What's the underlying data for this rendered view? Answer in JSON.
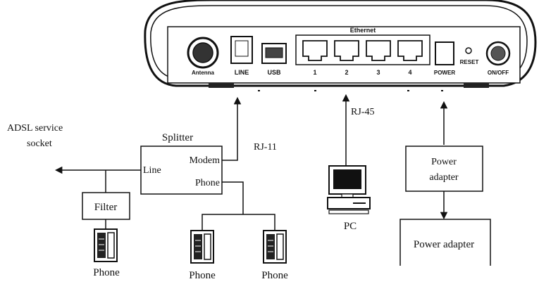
{
  "router": {
    "ethernet_label": "Ethernet",
    "ports": {
      "antenna": "Antenna",
      "line": "LINE",
      "usb": "USB",
      "lan1": "1",
      "lan2": "2",
      "lan3": "3",
      "lan4": "4",
      "power": "POWER",
      "reset": "RESET",
      "onoff": "ON/OFF"
    }
  },
  "labels": {
    "adsl_socket_line1": "ADSL service",
    "adsl_socket_line2": "socket",
    "splitter_title": "Splitter",
    "splitter_modem": "Modem",
    "splitter_line": "Line",
    "splitter_phone": "Phone",
    "rj11": "RJ-11",
    "rj45": "RJ-45",
    "filter": "Filter",
    "phone_1": "Phone",
    "phone_2": "Phone",
    "phone_3": "Phone",
    "pc": "PC",
    "power_adapter_small_line1": "Power",
    "power_adapter_small_line2": "adapter",
    "power_adapter_large": "Power adapter"
  },
  "icons": {
    "router": "router-icon",
    "phone": "phone-icon",
    "pc": "pc-icon"
  }
}
